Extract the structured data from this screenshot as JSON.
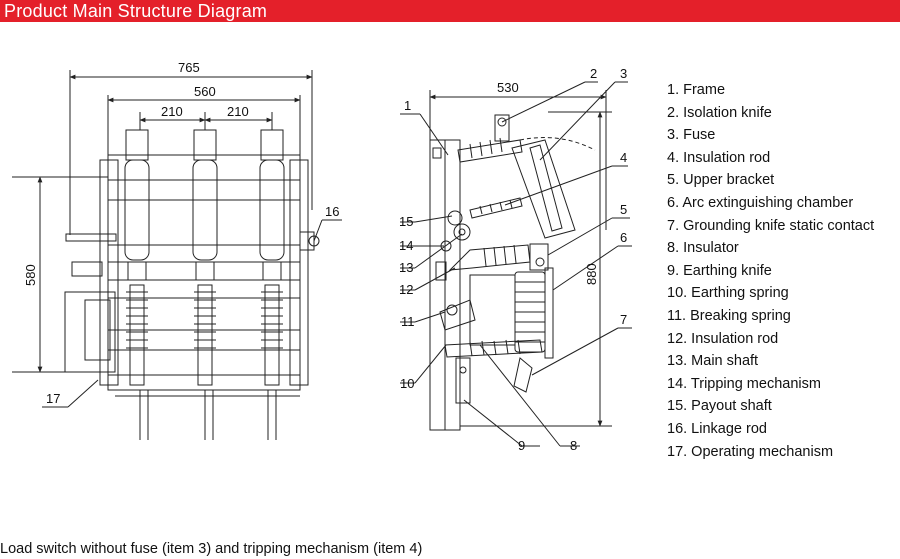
{
  "header": {
    "title": "Product Main Structure Diagram"
  },
  "left_view": {
    "dimensions": {
      "overall_width": "765",
      "inner_width": "560",
      "pitch_left": "210",
      "pitch_right": "210",
      "height": "580"
    },
    "callouts": {
      "linkage_rod": "16",
      "operating_mechanism": "17"
    }
  },
  "side_view": {
    "dimensions": {
      "width": "530",
      "height": "880"
    },
    "callouts": [
      "1",
      "2",
      "3",
      "4",
      "5",
      "6",
      "7",
      "8",
      "9",
      "10",
      "11",
      "12",
      "13",
      "14",
      "15"
    ]
  },
  "legend": [
    "1. Frame",
    "2. Isolation knife",
    "3. Fuse",
    "4. Insulation rod",
    "5. Upper bracket",
    "6. Arc extinguishing chamber",
    "7. Grounding knife static contact",
    "8. Insulator",
    "9. Earthing knife",
    "10. Earthing spring",
    "11. Breaking spring",
    "12. Insulation rod",
    "13. Main shaft",
    "14. Tripping mechanism",
    "15. Payout shaft",
    "16. Linkage rod",
    "17. Operating mechanism"
  ],
  "caption": "Load switch without fuse (item 3) and tripping mechanism (item 4)",
  "colors": {
    "header_bg": "#e4202a",
    "header_text": "#ffffff",
    "line": "#222222"
  }
}
